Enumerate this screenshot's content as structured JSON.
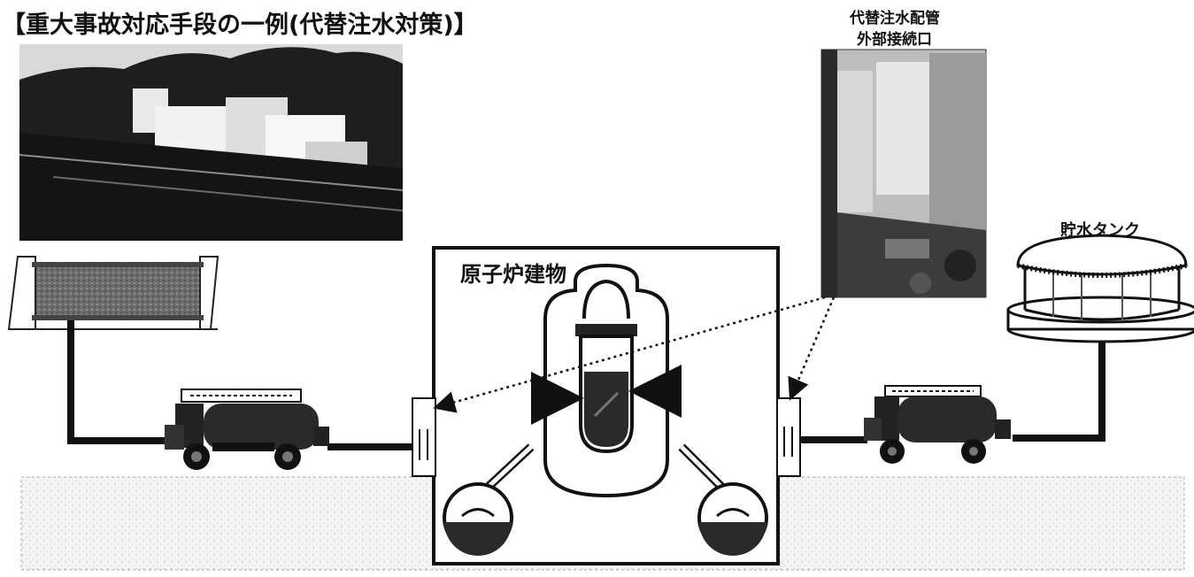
{
  "title": "【重大事故対応手段の一例(代替注水対策)】",
  "labels": {
    "pipe_connection_line1": "代替注水配管",
    "pipe_connection_line2": "外部接続口",
    "reactor_building": "原子炉建物",
    "water_tank": "貯水タンク"
  },
  "icons": {
    "photo_plant": "power-plant-photo",
    "photo_connection": "connection-port-photo",
    "left_water_source": "water-pool-icon",
    "fire_trucks": "fire-truck-icon",
    "tank": "storage-tank-icon",
    "reactor": "reactor-vessel-icon"
  },
  "colors": {
    "pipe": "#111111",
    "ground": "#efefef",
    "photo_dark": "#1c1c1c"
  }
}
